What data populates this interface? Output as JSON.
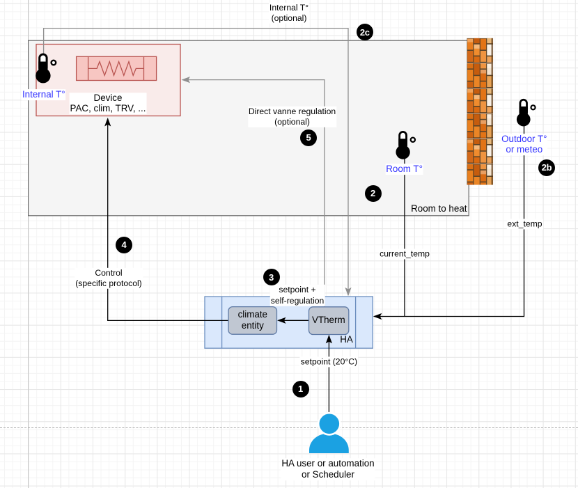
{
  "diagram": {
    "type": "architecture-diagram",
    "topic": "VTherm / Home Assistant thermostat regulation flow"
  },
  "colors": {
    "blue_text": "#3333ff",
    "room_fill": "#f5f5f5",
    "room_stroke": "#666666",
    "device_fill": "#f9ebea",
    "device_stroke": "#b85450",
    "resistor_fill": "#f7c6c2",
    "ha_fill": "#dae8fc",
    "ha_stroke": "#6c8ebf",
    "entity_fill": "#c0c7d2",
    "entity_stroke": "#5f7aa5",
    "badge_bg": "#000000",
    "badge_text": "#ffffff",
    "person": "#1ba1e2",
    "line_black": "#000000",
    "line_gray": "#8f8f8f",
    "brick_orange": "#d26a15",
    "brick_mortar": "#8a5a2b"
  },
  "labels": {
    "internal_t_optional": "Internal T°\n(optional)",
    "internal_t": "Internal T°",
    "device": "Device\nPAC, clim, TRV, ...",
    "direct_vanne": "Direct vanne regulation\n(optional)",
    "room_t": "Room T°",
    "room_to_heat": "Room to heat",
    "outdoor_t": "Outdoor T°\nor meteo",
    "ext_temp": "ext_temp",
    "current_temp": "current_temp",
    "control": "Control\n(specific protocol)",
    "setpoint_selfreg": "setpoint +\nself-regulation",
    "climate_entity": "climate\nentity",
    "vtherm": "VTherm",
    "ha": "HA",
    "setpoint": "setpoint (20°C)",
    "user": "HA user or automation\nor Scheduler"
  },
  "badges": {
    "step1": "1",
    "step2": "2",
    "step2b": "2b",
    "step2c": "2c",
    "step3": "3",
    "step4": "4",
    "step5": "5"
  },
  "icons": {
    "internal_sensor": "thermometer-icon",
    "room_sensor": "thermometer-icon",
    "outdoor_sensor": "thermometer-icon",
    "heater": "resistor-icon",
    "wall": "brick-wall-icon",
    "user": "user-icon"
  }
}
